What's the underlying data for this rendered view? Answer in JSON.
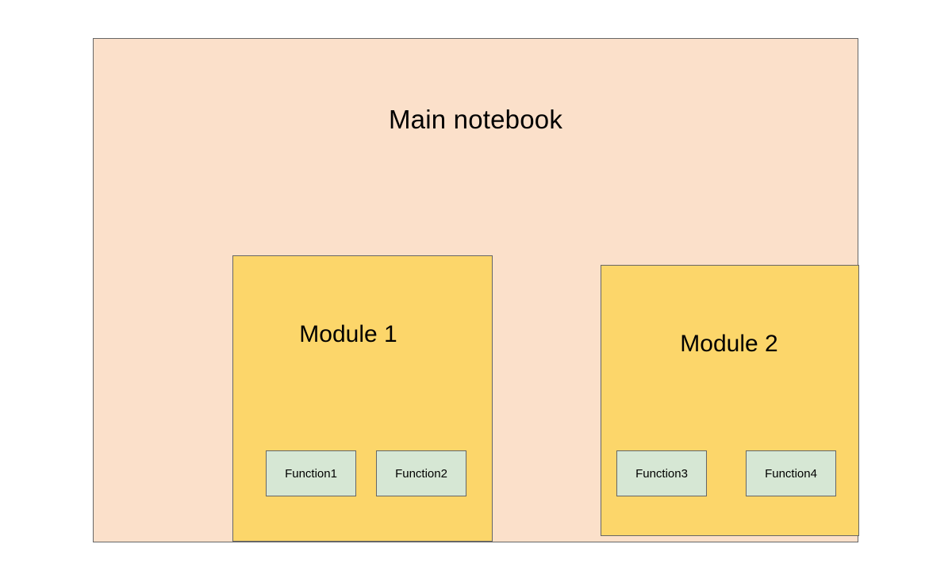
{
  "diagram": {
    "type": "nested-container-diagram",
    "background_color": "#ffffff",
    "container": {
      "label": "Main notebook",
      "fill_color": "#fbe0ca",
      "border_color": "#666666"
    },
    "modules": [
      {
        "label": "Module 1",
        "fill_color": "#fcd66a",
        "border_color": "#666666",
        "functions": [
          {
            "label": "Function1",
            "fill_color": "#d6e7d4",
            "border_color": "#666666"
          },
          {
            "label": "Function2",
            "fill_color": "#d6e7d4",
            "border_color": "#666666"
          }
        ]
      },
      {
        "label": "Module 2",
        "fill_color": "#fcd66a",
        "border_color": "#666666",
        "functions": [
          {
            "label": "Function3",
            "fill_color": "#d6e7d4",
            "border_color": "#666666"
          },
          {
            "label": "Function4",
            "fill_color": "#d6e7d4",
            "border_color": "#666666"
          }
        ]
      }
    ]
  }
}
